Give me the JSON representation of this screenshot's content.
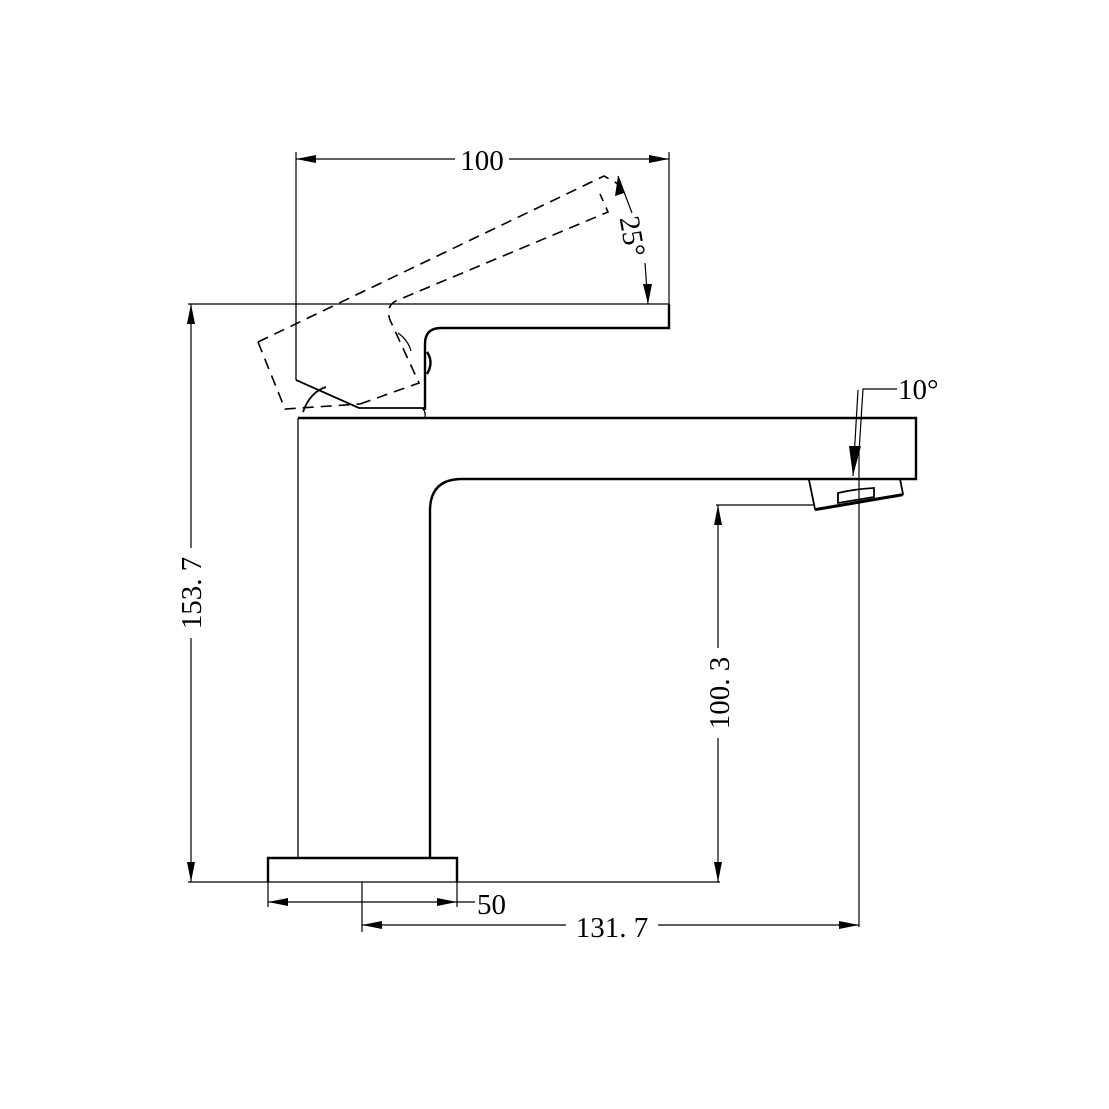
{
  "drawing": {
    "title": "Basin mixer side elevation",
    "line_color": "#000000",
    "background": "#ffffff",
    "dimensions": {
      "handle_length": "100",
      "handle_angle": "25°",
      "spout_angle": "10°",
      "overall_height": "153. 7",
      "spout_clearance": "100. 3",
      "base_diameter": "50",
      "spout_reach": "131. 7"
    }
  }
}
